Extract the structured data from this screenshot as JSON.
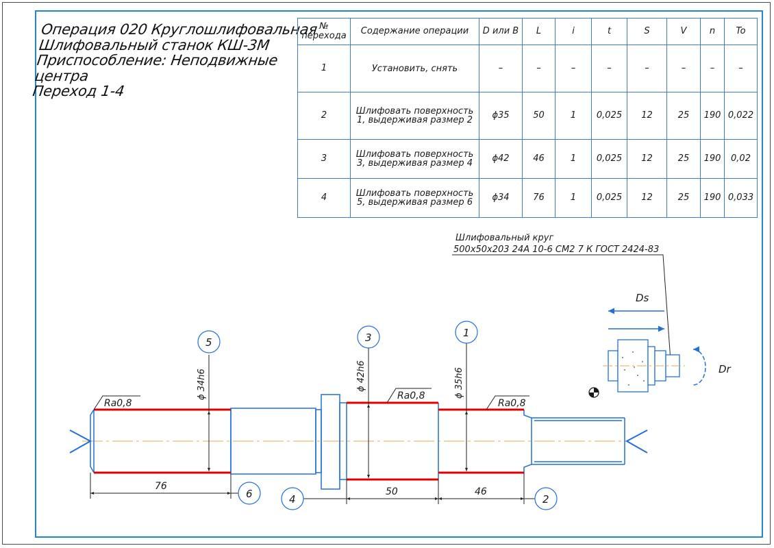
{
  "title_lines": [
    "Операция 020 Круглошлифовальная",
    "Шлифовальный станок КШ-3М",
    "Приспособление: Неподвижные",
    "центра",
    "Переход 1-4"
  ],
  "table": {
    "headers": [
      "№ перехода",
      "Содержание операции",
      "D или B",
      "L",
      "i",
      "t",
      "S",
      "V",
      "n",
      "To"
    ],
    "rows": [
      {
        "num": "1",
        "content": "Установить, снять",
        "d": "–",
        "l": "–",
        "i": "–",
        "t": "–",
        "s": "–",
        "v": "–",
        "n": "–",
        "to": "–"
      },
      {
        "num": "2",
        "content": "Шлифовать поверхность 1, выдерживая размер 2",
        "d": "ϕ35",
        "l": "50",
        "i": "1",
        "t": "0,025",
        "s": "12",
        "v": "25",
        "n": "190",
        "to": "0,022"
      },
      {
        "num": "3",
        "content": "Шлифовать поверхность 3, выдерживая размер 4",
        "d": "ϕ42",
        "l": "46",
        "i": "1",
        "t": "0,025",
        "s": "12",
        "v": "25",
        "n": "190",
        "to": "0,02"
      },
      {
        "num": "4",
        "content": "Шлифовать поверхность 5, выдерживая размер 6",
        "d": "ϕ34",
        "l": "76",
        "i": "1",
        "t": "0,025",
        "s": "12",
        "v": "25",
        "n": "190",
        "to": "0,033"
      }
    ]
  },
  "wheel_label_1": "Шлифовальный круг",
  "wheel_label_2": "500x50x203 24А 10-6 СМ2 7 К ГОСТ 2424-83",
  "motion": {
    "ds": "Ds",
    "dr": "Dr"
  },
  "diameters": {
    "d34": "ϕ 34h6",
    "d42": "ϕ 42h6",
    "d35": "ϕ 35h6"
  },
  "roughness": "Ra0,8",
  "dimensions": {
    "len76": "76",
    "len50": "50",
    "len46": "46"
  },
  "surface_markers": [
    "1",
    "2",
    "3",
    "4",
    "5",
    "6"
  ],
  "colors": {
    "frame": "#1e88d6",
    "drawing_line": "#1f6fe0",
    "ground_surface": "#e00000",
    "axis": "#e6a84a"
  }
}
